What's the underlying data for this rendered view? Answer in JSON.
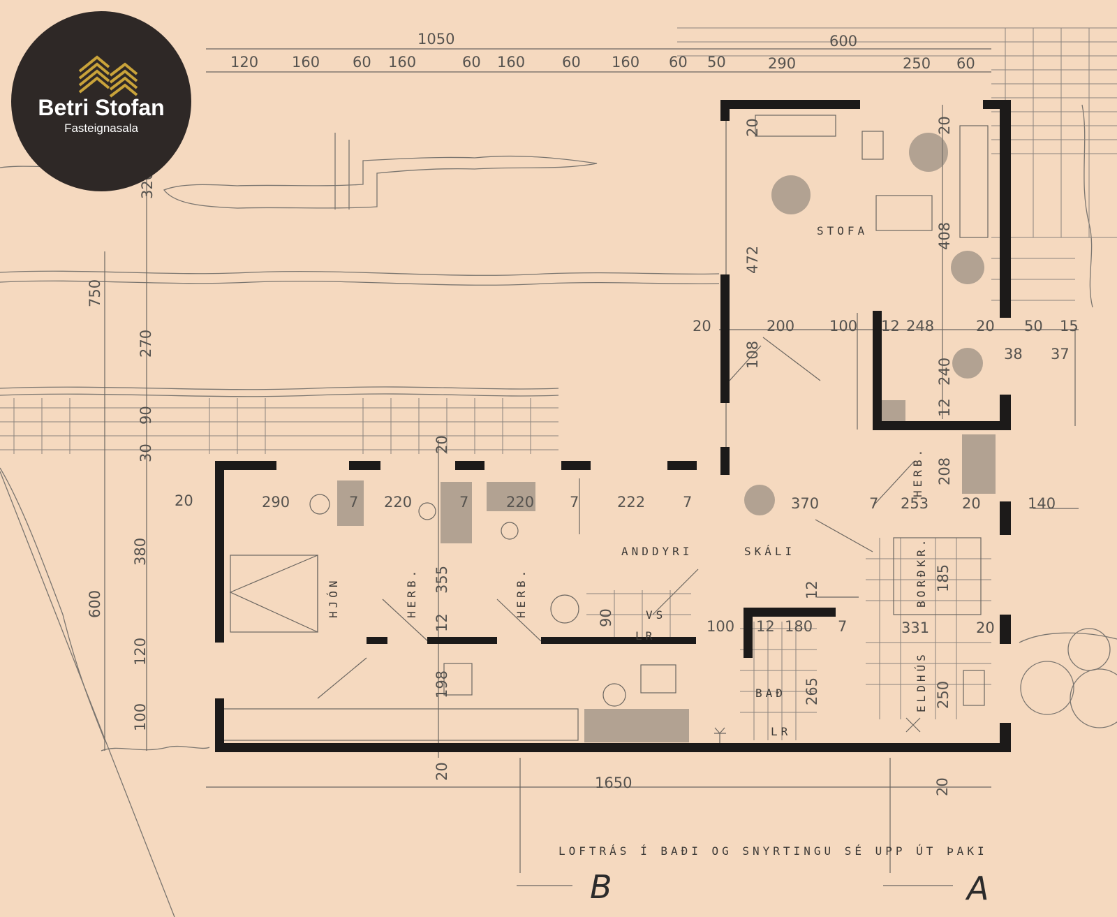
{
  "brand": {
    "name": "Betri Stofan",
    "subtitle": "Fasteignasala",
    "colors": {
      "badge": "#2e2826",
      "gold": "#c9a33a",
      "text": "#ffffff"
    }
  },
  "plan": {
    "colors": {
      "paper": "#f5d9bf",
      "wall": "#1c1a19",
      "line": "#6b6660"
    },
    "rooms": {
      "stofa": "STOFA",
      "hjon": "HJÓN",
      "herb1": "HERB.",
      "herb2": "HERB.",
      "herb3": "HERB.",
      "anddyri": "ANDDYRI",
      "skali": "SKÁLI",
      "vs": "VS",
      "lr1": "LR",
      "lr2": "LR",
      "bad": "BAÐ",
      "bordkr": "BORÐKR.",
      "eldhus": "ELDHÚS"
    },
    "dimensions": {
      "top_total_left": "1050",
      "top_total_right": "600",
      "top_row": [
        "120",
        "160",
        "60",
        "160",
        "60",
        "160",
        "60",
        "160",
        "60",
        "50",
        "290",
        "250",
        "60"
      ],
      "stofa_a": "20",
      "stofa_b": "20",
      "stofa_h": "472",
      "stofa_h2": "408",
      "mid_row": [
        "20",
        "200",
        "100",
        "12",
        "248",
        "20",
        "50",
        "15"
      ],
      "mid_row2": [
        "38",
        "37"
      ],
      "dim_108": "108",
      "dim_240": "240",
      "dim_12a": "12",
      "dim_208": "208",
      "left_vert": [
        "320",
        "750",
        "270",
        "90",
        "30",
        "380",
        "600",
        "120",
        "100"
      ],
      "rooms_row": [
        "20",
        "290",
        "7",
        "220",
        "7",
        "220",
        "7",
        "222",
        "7",
        "370",
        "7",
        "253",
        "20",
        "140"
      ],
      "dim_20_top": "20",
      "dim_355": "355",
      "dim_12b": "12",
      "dim_90": "90",
      "dim_100": "100",
      "dim_12c": "12",
      "dim_180": "180",
      "dim_7": "7",
      "dim_331": "331",
      "dim_20r": "20",
      "dim_185": "185",
      "dim_12d": "12",
      "dim_265": "265",
      "dim_250": "250",
      "dim_198": "198",
      "dim_20b": "20",
      "bottom_total": "1650",
      "dim_20c": "20"
    },
    "note": "LOFTRÁS Í BAÐI OG SNYRTINGU SÉ UPP ÚT ÞAKI",
    "sections": {
      "b": "B",
      "a": "A"
    }
  }
}
